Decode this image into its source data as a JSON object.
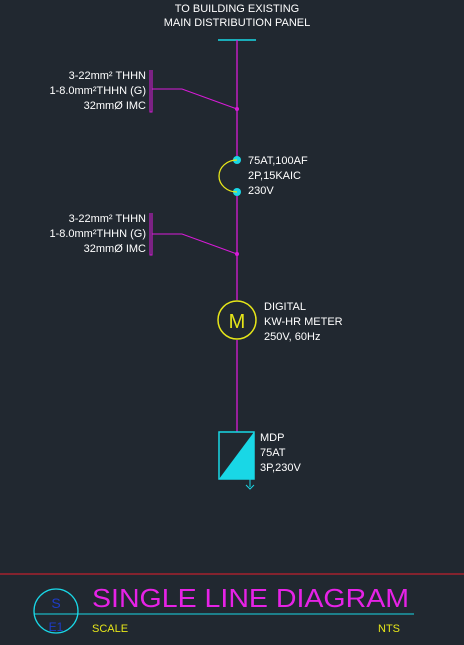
{
  "colors": {
    "background": "#212830",
    "wire": "#d81bd8",
    "breaker": "#19d7e6",
    "meter": "#e6e619",
    "text": "#ffffff",
    "title": "#e622e6",
    "border": "#e61e2d",
    "scale_text": "#e6e619"
  },
  "header": {
    "line1": "TO BUILDING EXISTING",
    "line2": "MAIN DISTRIBUTION PANEL"
  },
  "feeder1": {
    "line1": "3-22mm² THHN",
    "line2": "1-8.0mm²THHN (G)",
    "line3": "32mmØ IMC"
  },
  "breaker": {
    "line1": "75AT,100AF",
    "line2": "2P,15KAIC",
    "line3": "230V"
  },
  "feeder2": {
    "line1": "3-22mm² THHN",
    "line2": "1-8.0mm²THHN (G)",
    "line3": "32mmØ IMC"
  },
  "meter": {
    "symbol": "M",
    "line1": "DIGITAL",
    "line2": "KW-HR METER",
    "line3": "250V, 60Hz"
  },
  "mdp": {
    "line1": "MDP",
    "line2": "75AT",
    "line3": "3P,230V"
  },
  "title_block": {
    "title": "SINGLE LINE DIAGRAM",
    "scale_label": "SCALE",
    "scale_value": "NTS",
    "bubble_top": "S",
    "bubble_bottom": "E1"
  }
}
